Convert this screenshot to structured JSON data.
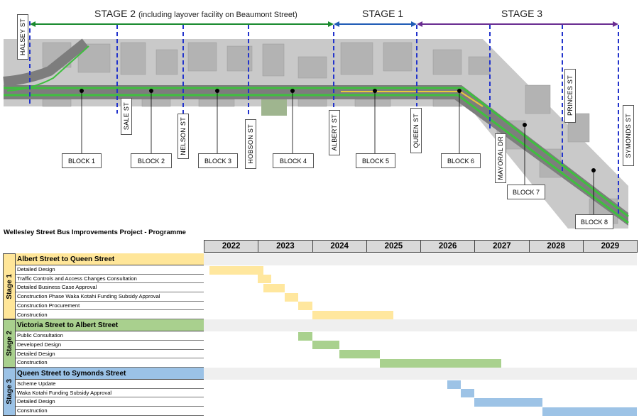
{
  "map": {
    "stages": [
      {
        "name": "STAGE 2",
        "note": "(including layover facility on Beaumont Street)",
        "color": "#1a8a2e"
      },
      {
        "name": "STAGE 1",
        "note": "",
        "color": "#1f5bb5"
      },
      {
        "name": "STAGE 3",
        "note": "",
        "color": "#6a2d91"
      }
    ],
    "streets": [
      "HALSEY ST",
      "SALE ST",
      "NELSON ST",
      "HOBSON ST",
      "ALBERT ST",
      "QUEEN ST",
      "MAYORAL DR",
      "PRINCES ST",
      "SYMONDS ST"
    ],
    "blocks": [
      "BLOCK 1",
      "BLOCK 2",
      "BLOCK 3",
      "BLOCK 4",
      "BLOCK 5",
      "BLOCK 6",
      "BLOCK 7",
      "BLOCK 8"
    ]
  },
  "programme": {
    "title": "Wellesley Street Bus Improvements Project - Programme",
    "years": [
      "2022",
      "2023",
      "2024",
      "2025",
      "2026",
      "2027",
      "2028",
      "2029"
    ],
    "stages": [
      {
        "label": "Stage 1",
        "section": "Albert Street to Queen Street",
        "color": "#ffe79e",
        "head_color": "#ffe699",
        "activities": [
          {
            "name": "Detailed Design",
            "start": 2022.1,
            "end": 2023.1
          },
          {
            "name": "Traffic Controls and Access Changes Consultation",
            "start": 2023.0,
            "end": 2023.25
          },
          {
            "name": "Detailed Business Case Approval",
            "start": 2023.1,
            "end": 2023.5
          },
          {
            "name": "Construction Phase Waka Kotahi Funding Subsidy Approval",
            "start": 2023.5,
            "end": 2023.75
          },
          {
            "name": "Construction Procurement",
            "start": 2023.75,
            "end": 2024.0
          },
          {
            "name": "Construction",
            "start": 2024.0,
            "end": 2025.5
          }
        ]
      },
      {
        "label": "Stage 2",
        "section": "Victoria Street to Albert Street",
        "color": "#a9d18e",
        "head_color": "#a9d08e",
        "activities": [
          {
            "name": "Public Consultation",
            "start": 2023.75,
            "end": 2024.0
          },
          {
            "name": "Developed Design",
            "start": 2024.0,
            "end": 2024.5
          },
          {
            "name": "Detailed Design",
            "start": 2024.5,
            "end": 2025.25
          },
          {
            "name": "Construction",
            "start": 2025.25,
            "end": 2027.5
          }
        ]
      },
      {
        "label": "Stage 3",
        "section": "Queen Street to Symonds Street",
        "color": "#9dc3e6",
        "head_color": "#9bc2e6",
        "activities": [
          {
            "name": "Scheme Update",
            "start": 2026.5,
            "end": 2026.75
          },
          {
            "name": "Waka Kotahi Funding Subsidy Approval",
            "start": 2026.75,
            "end": 2027.0
          },
          {
            "name": "Detailed Design",
            "start": 2027.0,
            "end": 2028.25
          },
          {
            "name": "Construction",
            "start": 2028.25,
            "end": 2030.0
          }
        ]
      }
    ]
  }
}
